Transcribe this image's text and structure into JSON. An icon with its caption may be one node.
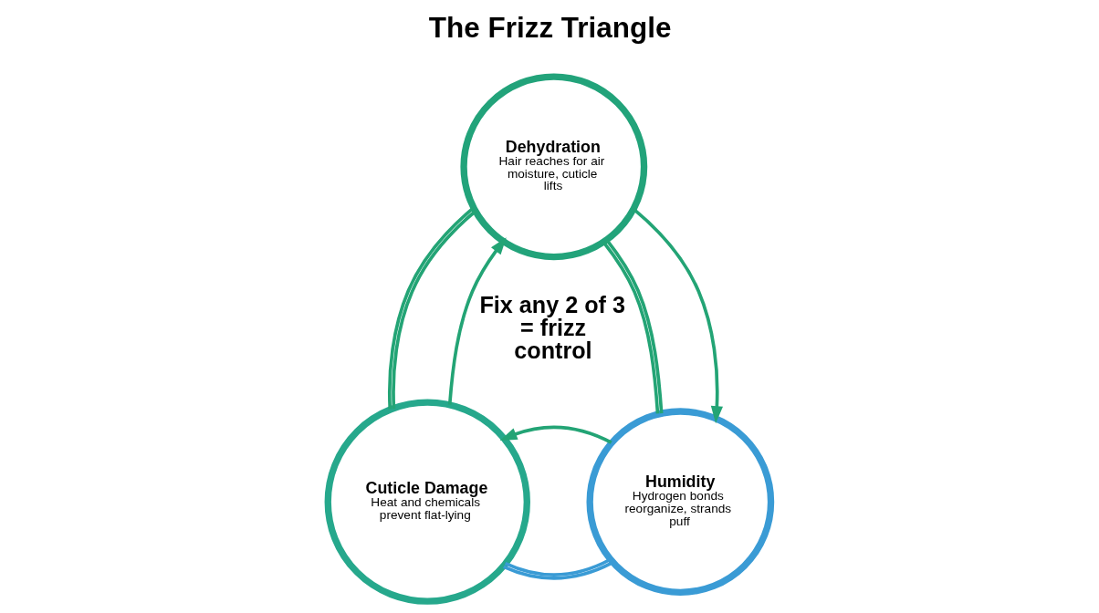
{
  "diagram": {
    "title": "The Frizz Triangle",
    "nodes": [
      {
        "text": [
          "Dehydration",
          "Hair reaches for air moisture, cuticle lifts"
        ]
      },
      {
        "text": [
          "Cuticle Damage",
          "Heat and chemicals prevent flat-lying"
        ]
      },
      {
        "text": [
          "Humidity",
          "Hydrogen bonds reorganize, strands puff"
        ]
      }
    ],
    "edges": [
      {
        "from": 0,
        "to": 2,
        "arrow": "none"
      },
      {
        "from": 2,
        "to": 1,
        "arrow": "none",
        "color": "#3a9bd5"
      },
      {
        "from": 1,
        "to": 0,
        "arrow": "none"
      },
      {
        "from": 0,
        "to": 2,
        "arrow": "to"
      },
      {
        "from": 2,
        "to": 1,
        "arrow": "to"
      },
      {
        "from": 1,
        "to": 0,
        "arrow": "to"
      }
    ],
    "labels": [
      "Fix any 2 of 3 = frizz control"
    ]
  }
}
